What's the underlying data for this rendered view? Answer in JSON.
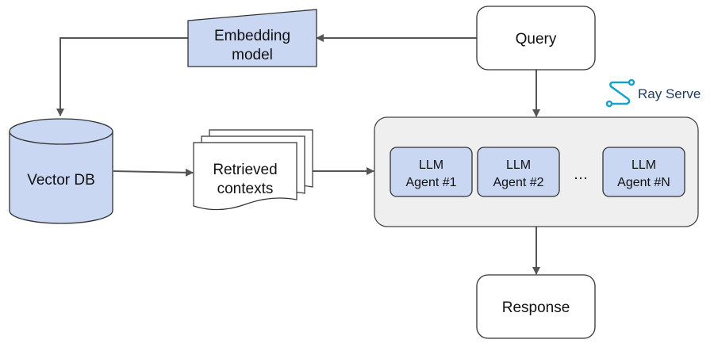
{
  "nodes": {
    "embedding_model": {
      "line1": "Embedding",
      "line2": "model"
    },
    "query": {
      "label": "Query"
    },
    "vector_db": {
      "label": "Vector DB"
    },
    "retrieved_contexts": {
      "line1": "Retrieved",
      "line2": "contexts"
    },
    "agents": [
      {
        "line1": "LLM",
        "line2": "Agent #1"
      },
      {
        "line1": "LLM",
        "line2": "Agent #2"
      },
      {
        "line1": "LLM",
        "line2": "Agent #N"
      }
    ],
    "ellipsis": "…",
    "response": {
      "label": "Response"
    }
  },
  "brand": {
    "name": "Ray Serve"
  },
  "colors": {
    "node_fill_blue": "#c9d7f2",
    "node_stroke": "#333333",
    "container_fill": "#efefef",
    "arrow": "#555555",
    "brand": "#1aa3c9"
  }
}
